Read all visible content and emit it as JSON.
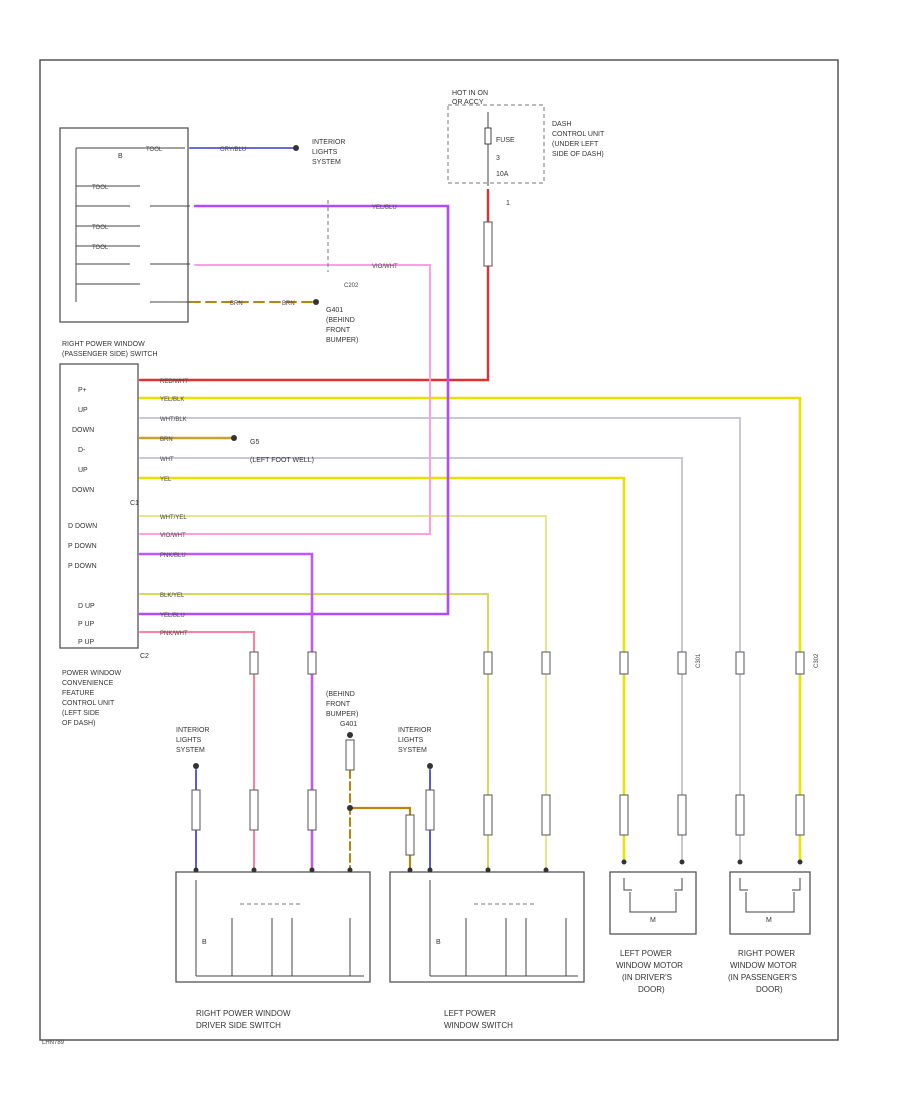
{
  "diagram": {
    "footer_code": "LHN789",
    "fuse_box": {
      "hot_label_1": "HOT IN ON",
      "hot_label_2": "OR ACCY",
      "fuse_label": "FUSE",
      "fuse_num": "3",
      "fuse_amp": "10A",
      "pin_1": "1",
      "loc_1": "DASH",
      "loc_2": "CONTROL UNIT",
      "loc_3": "(UNDER LEFT",
      "loc_4": "SIDE OF DASH)"
    },
    "top_switch": {
      "title_1": "RIGHT POWER WINDOW",
      "title_2": "(PASSENGER SIDE) SWITCH",
      "pin_top": "B",
      "tool_1": "TOOL",
      "tool_2": "TOOL",
      "tool_3": "TOOL",
      "tool_4": "TOOL",
      "interior_1": "INTERIOR",
      "interior_2": "LIGHTS",
      "interior_3": "SYSTEM",
      "wire_1": "GRY/BLU",
      "wire_2": "YEL/BLU",
      "wire_3": "VIO/WHT",
      "wire_4": "BRN",
      "wire_5": "BRN",
      "c202": "C202",
      "ground_1": "G401",
      "ground_2": "(BEHIND",
      "ground_3": "FRONT",
      "ground_4": "BUMPER)"
    },
    "control_unit": {
      "title_1": "POWER WINDOW",
      "title_2": "CONVENIENCE",
      "title_3": "FEATURE",
      "title_4": "CONTROL UNIT",
      "title_5": "(LEFT SIDE",
      "title_6": "OF DASH)",
      "c1": "C1",
      "c2": "C2",
      "pin_labels": [
        "P+",
        "UP",
        "DOWN",
        "D-",
        "UP",
        "DOWN",
        "D DOWN",
        "P DOWN",
        "P DOWN",
        "D UP",
        "P UP",
        "P UP"
      ],
      "wires": [
        "RED/WHT",
        "YEL/BLK",
        "WHT/BLK",
        "BRN",
        "WHT",
        "YEL",
        "WHT/YEL",
        "VIO/WHT",
        "PNK/BLU",
        "BLK/YEL",
        "YEL/BLU",
        "PNK/WHT"
      ],
      "g_label_1": "G5",
      "g_label_2": "(LEFT FOOT WELL)"
    },
    "bottom": {
      "interior_left_1": "INTERIOR",
      "interior_left_2": "LIGHTS",
      "interior_left_3": "SYSTEM",
      "interior_right_1": "INTERIOR",
      "interior_right_2": "LIGHTS",
      "interior_right_3": "SYSTEM",
      "behind_1": "(BEHIND",
      "behind_2": "FRONT",
      "behind_3": "BUMPER)",
      "behind_4": "G401",
      "right_switch_1": "RIGHT POWER WINDOW",
      "right_switch_2": "DRIVER SIDE SWITCH",
      "left_switch_1": "LEFT POWER",
      "left_switch_2": "WINDOW SWITCH",
      "left_motor_1": "LEFT POWER",
      "left_motor_2": "WINDOW MOTOR",
      "left_motor_3": "(IN DRIVER'S",
      "left_motor_4": "DOOR)",
      "right_motor_1": "RIGHT POWER",
      "right_motor_2": "WINDOW MOTOR",
      "right_motor_3": "(IN PASSENGER'S",
      "right_motor_4": "DOOR)",
      "c301": "C301",
      "c302": "C302",
      "motor_m": "M"
    },
    "colors": {
      "violet": "#b24bff",
      "pink": "#ff8ad8",
      "red": "#e03030",
      "yellow": "#e8e000",
      "lightyellow": "#e6e68a",
      "gray": "#b9b9c9",
      "brown": "#b8860b",
      "blue": "#5a5ae0"
    }
  }
}
